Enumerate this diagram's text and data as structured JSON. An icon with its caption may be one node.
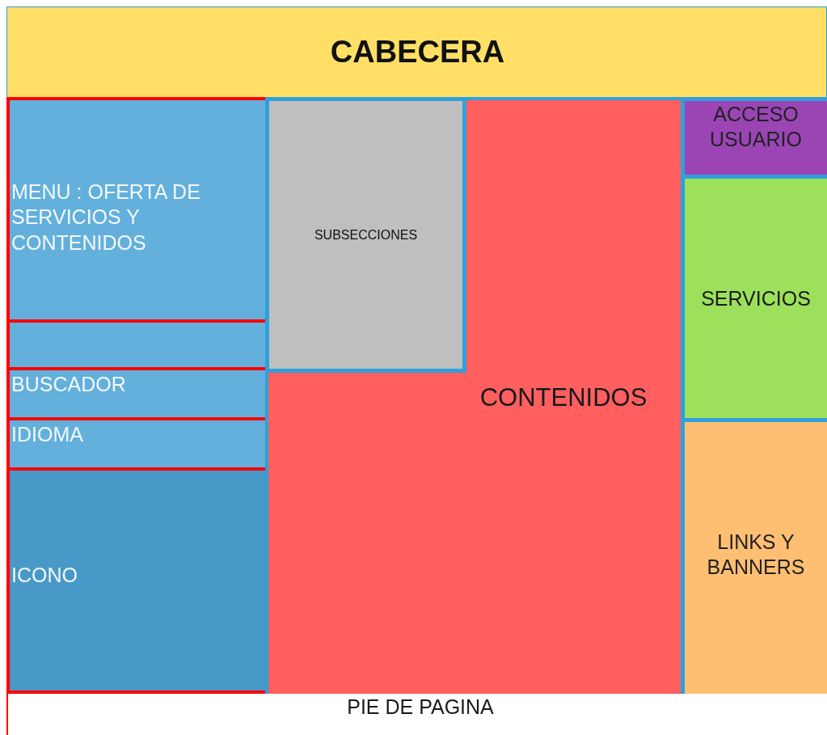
{
  "diagram": {
    "nodes": [
      {
        "text": [
          "CABECERA"
        ]
      },
      {
        "text": [
          "MENU : OFERTA DE SERVICIOS Y CONTENIDOS"
        ]
      },
      {
        "text": [],
        "shape": "box"
      },
      {
        "text": [
          "BUSCADOR"
        ]
      },
      {
        "text": [
          "IDIOMA"
        ]
      },
      {
        "text": [
          "ICONO"
        ]
      },
      {
        "text": [
          "CONTENIDOS"
        ]
      },
      {
        "text": [
          "SUBSECCIONES"
        ],
        "in": 6
      },
      {
        "text": [
          "ACCESO USUARIO"
        ]
      },
      {
        "text": [
          "SERVICIOS"
        ]
      },
      {
        "text": [
          "LINKS Y BANNERS"
        ]
      }
    ],
    "labels": [
      "PIE DE PAGINA"
    ]
  }
}
